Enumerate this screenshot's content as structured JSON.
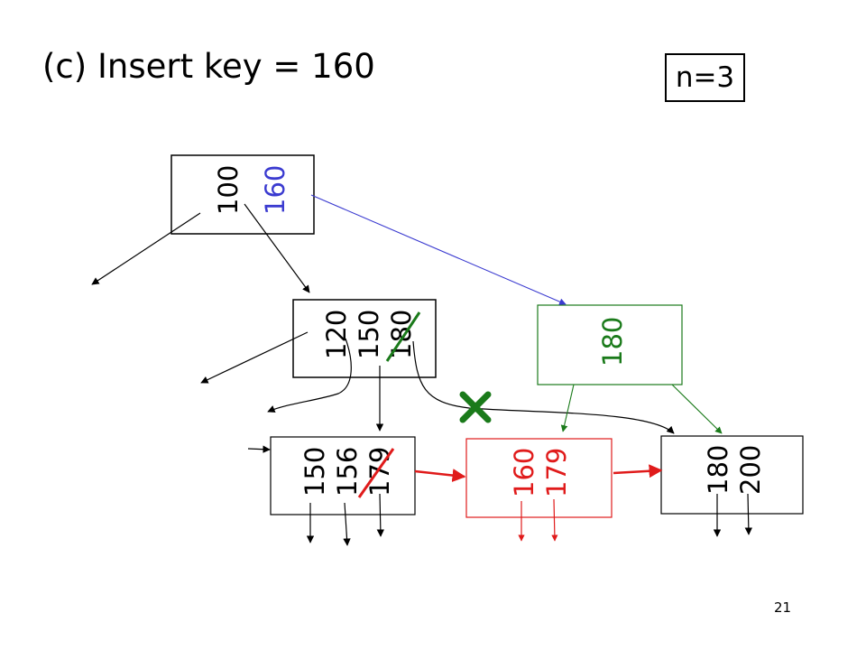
{
  "title": "(c) Insert key = 160",
  "order_label": "n=3",
  "page_number": "21",
  "colors": {
    "black": "#000000",
    "blue": "#3b3bd0",
    "green": "#1a7a1a",
    "red": "#e01b1b"
  },
  "root": {
    "keys": [
      "100",
      "160"
    ]
  },
  "internal": {
    "keys": [
      "120",
      "150",
      "180"
    ]
  },
  "new_internal": {
    "keys": [
      "180"
    ]
  },
  "leaf_left": {
    "keys": [
      "150",
      "156",
      "179"
    ]
  },
  "leaf_new": {
    "keys": [
      "160",
      "179"
    ]
  },
  "leaf_right": {
    "keys": [
      "180",
      "200"
    ]
  },
  "annotations": {
    "cross_mark": "x-cross-icon",
    "strike_lines": [
      "strike-180-internal",
      "strike-179-leaf"
    ]
  }
}
